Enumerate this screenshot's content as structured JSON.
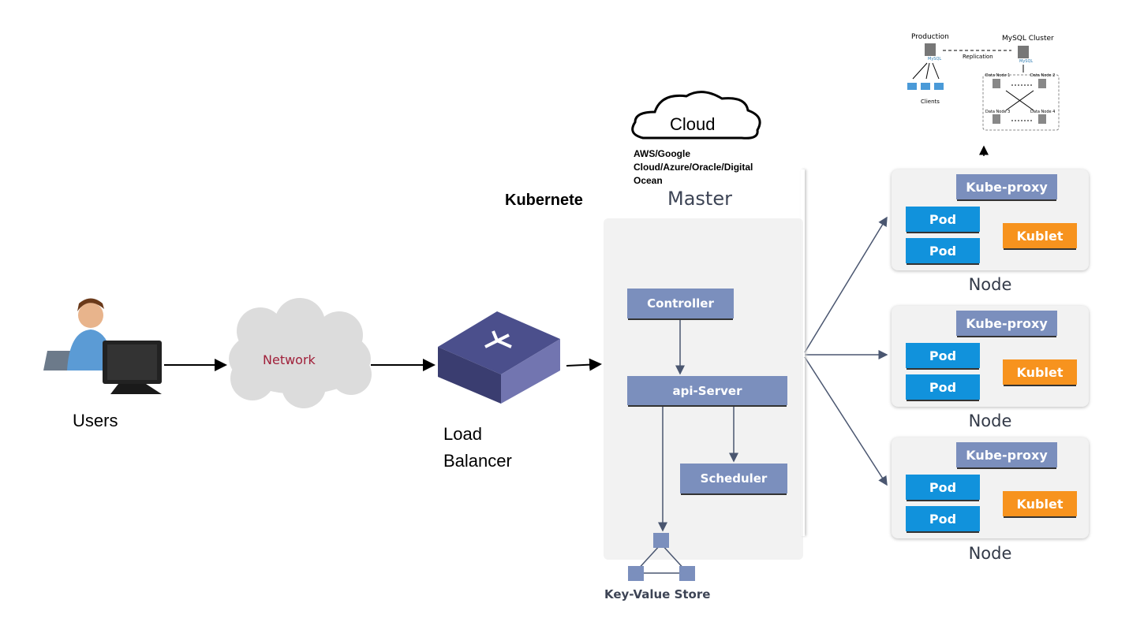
{
  "users": {
    "label": "Users"
  },
  "network": {
    "label": "Network"
  },
  "load_balancer": {
    "line1": "Load",
    "line2": "Balancer"
  },
  "kubernetes": {
    "label": "Kubernete"
  },
  "cloud": {
    "label": "Cloud",
    "providers_line1": "AWS/Google",
    "providers_line2": "Cloud/Azure/Oracle/Digital",
    "providers_line3": "Ocean"
  },
  "master": {
    "title": "Master",
    "controller": "Controller",
    "api_server": "api-Server",
    "scheduler": "Scheduler",
    "kv_store": "Key-Value Store"
  },
  "nodes": [
    {
      "label": "Node",
      "kube_proxy": "Kube-proxy",
      "pods": [
        "Pod",
        "Pod"
      ],
      "kublet": "Kublet"
    },
    {
      "label": "Node",
      "kube_proxy": "Kube-proxy",
      "pods": [
        "Pod",
        "Pod"
      ],
      "kublet": "Kublet"
    },
    {
      "label": "Node",
      "kube_proxy": "Kube-proxy",
      "pods": [
        "Pod",
        "Pod"
      ],
      "kublet": "Kublet"
    }
  ],
  "mysql": {
    "production": "Production",
    "cluster": "MySQL Cluster",
    "replication": "Replication",
    "clients": "Clients",
    "data_nodes": [
      "Data Node 1",
      "Data Node 2",
      "Data Node 3",
      "Data Node 4"
    ],
    "logo_text": "MySQL"
  },
  "colors": {
    "component": "#7b8fbd",
    "pod": "#1192dc",
    "kublet": "#f7931e",
    "panel": "#f2f2f2",
    "network_text": "#a0203a"
  }
}
